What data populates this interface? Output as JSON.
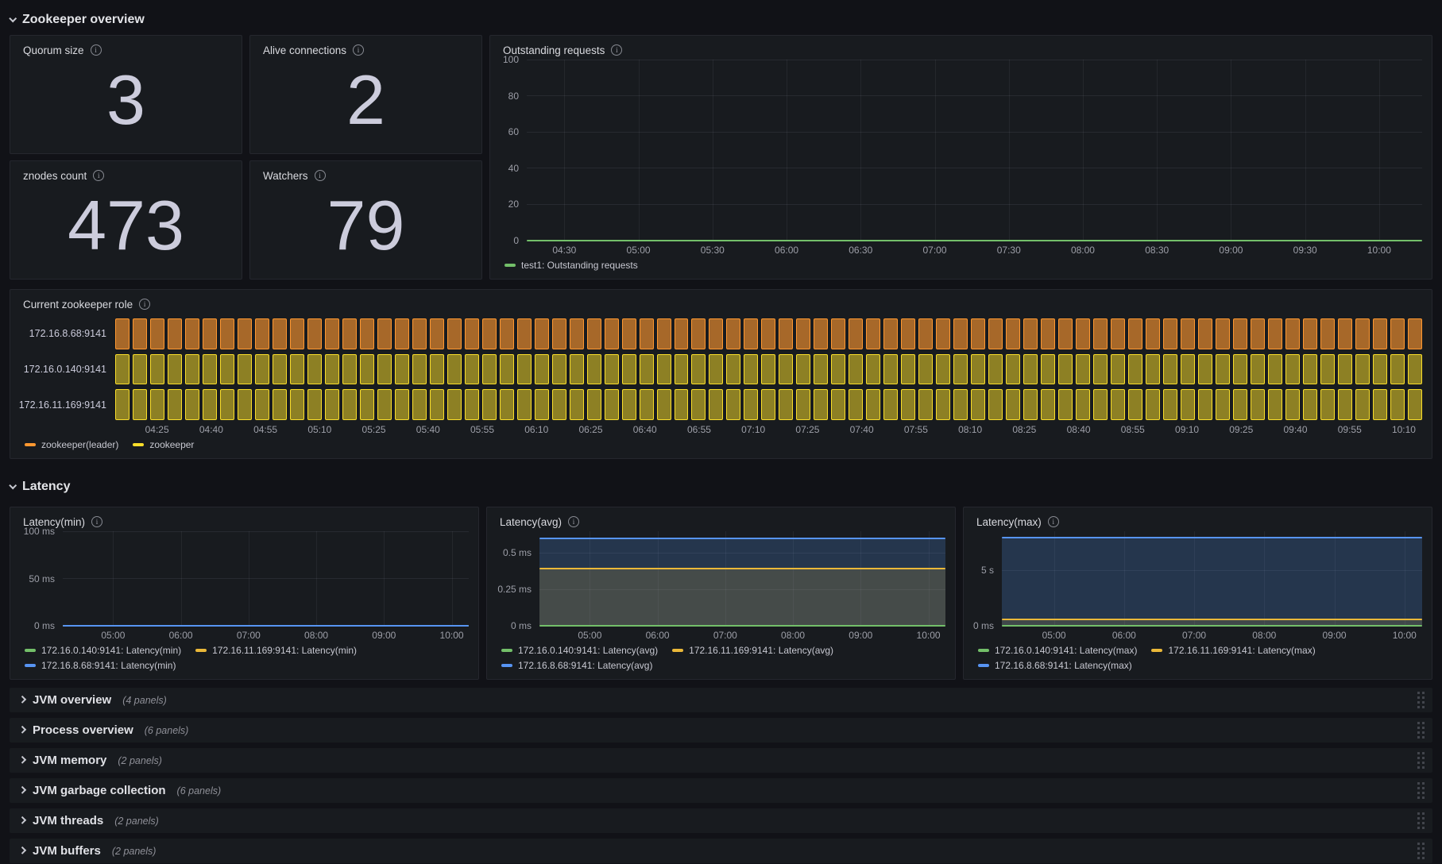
{
  "sections": {
    "overview": {
      "title": "Zookeeper overview"
    },
    "latency": {
      "title": "Latency"
    }
  },
  "stats": [
    {
      "title": "Quorum size",
      "value": "3"
    },
    {
      "title": "Alive connections",
      "value": "2"
    },
    {
      "title": "znodes count",
      "value": "473"
    },
    {
      "title": "Watchers",
      "value": "79"
    }
  ],
  "colors": {
    "green": "#73bf69",
    "yellow": "#eab839",
    "bright_yellow": "#fade2a",
    "blue": "#5794f2",
    "orange": "#ff9830",
    "panel_bg": "#181b1f",
    "page_bg": "#111217"
  },
  "chart_data": [
    {
      "id": "outstanding-requests",
      "type": "line",
      "title": "Outstanding requests",
      "ylim": [
        0,
        100
      ],
      "gutter": 38,
      "yticks": [
        {
          "v": 100,
          "label": "100"
        },
        {
          "v": 80,
          "label": "80"
        },
        {
          "v": 60,
          "label": "60"
        },
        {
          "v": 40,
          "label": "40"
        },
        {
          "v": 20,
          "label": "20"
        },
        {
          "v": 0,
          "label": "0"
        }
      ],
      "xticks": [
        "04:30",
        "05:00",
        "05:30",
        "06:00",
        "06:30",
        "07:00",
        "07:30",
        "08:00",
        "08:30",
        "09:00",
        "09:30",
        "10:00"
      ],
      "x_first": 0.042,
      "x_last": 0.952,
      "series": [
        {
          "name": "test1: Outstanding requests",
          "color": "#73bf69",
          "value": 0
        }
      ],
      "legend_rows": [
        [
          {
            "label": "test1: Outstanding requests",
            "color": "#73bf69"
          }
        ]
      ]
    },
    {
      "id": "zookeeper-role",
      "type": "state-timeline",
      "title": "Current zookeeper role",
      "bar_count": 75,
      "rows": [
        {
          "label": "172.16.8.68:9141",
          "state": "zookeeper(leader)",
          "border": "#ff9830",
          "fill": "rgba(255,152,48,0.62)"
        },
        {
          "label": "172.16.0.140:9141",
          "state": "zookeeper",
          "border": "#fade2a",
          "fill": "rgba(250,222,42,0.52)"
        },
        {
          "label": "172.16.11.169:9141",
          "state": "zookeeper",
          "border": "#fade2a",
          "fill": "rgba(250,222,42,0.52)"
        }
      ],
      "xticks": [
        "04:25",
        "04:40",
        "04:55",
        "05:10",
        "05:25",
        "05:40",
        "05:55",
        "06:10",
        "06:25",
        "06:40",
        "06:55",
        "07:10",
        "07:25",
        "07:40",
        "07:55",
        "08:10",
        "08:25",
        "08:40",
        "08:55",
        "09:10",
        "09:25",
        "09:40",
        "09:55",
        "10:10"
      ],
      "x_first": 0.032,
      "x_last": 0.986,
      "legend_rows": [
        [
          {
            "label": "zookeeper(leader)",
            "color": "#ff9830"
          },
          {
            "label": "zookeeper",
            "color": "#fade2a"
          }
        ]
      ]
    },
    {
      "id": "latency-min",
      "type": "line",
      "title": "Latency(min)",
      "ylim": [
        0,
        100
      ],
      "gutter": 58,
      "yticks": [
        {
          "v": 100,
          "label": "100 ms"
        },
        {
          "v": 50,
          "label": "50 ms"
        },
        {
          "v": 0,
          "label": "0 ms"
        }
      ],
      "xticks": [
        "05:00",
        "06:00",
        "07:00",
        "08:00",
        "09:00",
        "10:00"
      ],
      "x_first": 0.124,
      "x_last": 0.958,
      "series": [
        {
          "name": "172.16.0.140:9141: Latency(min)",
          "color": "#73bf69",
          "value": 0
        },
        {
          "name": "172.16.11.169:9141: Latency(min)",
          "color": "#eab839",
          "value": 0
        },
        {
          "name": "172.16.8.68:9141: Latency(min)",
          "color": "#5794f2",
          "value": 0
        }
      ],
      "legend_rows": [
        [
          {
            "label": "172.16.0.140:9141: Latency(min)",
            "color": "#73bf69"
          },
          {
            "label": "172.16.11.169:9141: Latency(min)",
            "color": "#eab839"
          }
        ],
        [
          {
            "label": "172.16.8.68:9141: Latency(min)",
            "color": "#5794f2"
          }
        ]
      ]
    },
    {
      "id": "latency-avg",
      "type": "line",
      "title": "Latency(avg)",
      "ylim": [
        0,
        0.648
      ],
      "gutter": 58,
      "yticks": [
        {
          "v": 0.5,
          "label": "0.5 ms"
        },
        {
          "v": 0.25,
          "label": "0.25 ms"
        },
        {
          "v": 0,
          "label": "0 ms"
        }
      ],
      "xticks": [
        "05:00",
        "06:00",
        "07:00",
        "08:00",
        "09:00",
        "10:00"
      ],
      "x_first": 0.124,
      "x_last": 0.958,
      "series": [
        {
          "name": "172.16.8.68:9141: Latency(avg)",
          "color": "#5794f2",
          "value": 0.6,
          "fill": "rgba(87,148,242,0.22)"
        },
        {
          "name": "172.16.11.169:9141: Latency(avg)",
          "color": "#eab839",
          "value": 0.39,
          "fill": "rgba(234,184,57,0.16)"
        },
        {
          "name": "172.16.0.140:9141: Latency(avg)",
          "color": "#73bf69",
          "value": 0
        }
      ],
      "legend_rows": [
        [
          {
            "label": "172.16.0.140:9141: Latency(avg)",
            "color": "#73bf69"
          },
          {
            "label": "172.16.11.169:9141: Latency(avg)",
            "color": "#eab839"
          }
        ],
        [
          {
            "label": "172.16.8.68:9141: Latency(avg)",
            "color": "#5794f2"
          }
        ]
      ]
    },
    {
      "id": "latency-max",
      "type": "line",
      "title": "Latency(max)",
      "ylim": [
        0,
        8.5
      ],
      "gutter": 40,
      "yticks": [
        {
          "v": 5,
          "label": "5 s"
        },
        {
          "v": 0,
          "label": "0 ms"
        }
      ],
      "xticks": [
        "05:00",
        "06:00",
        "07:00",
        "08:00",
        "09:00",
        "10:00"
      ],
      "x_first": 0.124,
      "x_last": 0.958,
      "series": [
        {
          "name": "172.16.8.68:9141: Latency(max)",
          "color": "#5794f2",
          "value": 7.9,
          "fill": "rgba(87,148,242,0.22)"
        },
        {
          "name": "172.16.11.169:9141: Latency(max)",
          "color": "#eab839",
          "value": 0.6,
          "fill": "rgba(234,184,57,0.14)"
        },
        {
          "name": "172.16.0.140:9141: Latency(max)",
          "color": "#73bf69",
          "value": 0
        }
      ],
      "legend_rows": [
        [
          {
            "label": "172.16.0.140:9141: Latency(max)",
            "color": "#73bf69"
          },
          {
            "label": "172.16.11.169:9141: Latency(max)",
            "color": "#eab839"
          }
        ],
        [
          {
            "label": "172.16.8.68:9141: Latency(max)",
            "color": "#5794f2"
          }
        ]
      ]
    }
  ],
  "collapsed_rows": [
    {
      "title": "JVM overview",
      "count": "(4 panels)"
    },
    {
      "title": "Process overview",
      "count": "(6 panels)"
    },
    {
      "title": "JVM memory",
      "count": "(2 panels)"
    },
    {
      "title": "JVM garbage collection",
      "count": "(6 panels)"
    },
    {
      "title": "JVM threads",
      "count": "(2 panels)"
    },
    {
      "title": "JVM buffers",
      "count": "(2 panels)"
    }
  ]
}
